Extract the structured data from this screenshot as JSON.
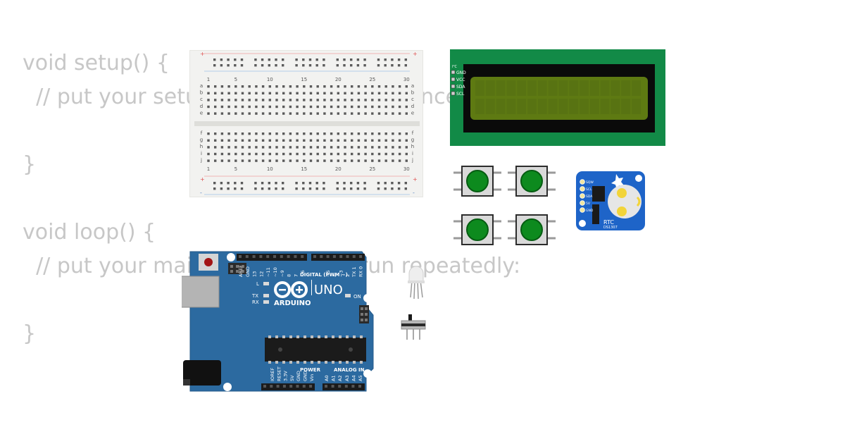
{
  "code": {
    "lines": [
      "void setup() {",
      "  // put your setup code here, to run once:",
      "",
      "}",
      "",
      "void loop() {",
      "  // put your main code here, to run repeatedly:",
      "",
      "}"
    ]
  },
  "breadboard": {
    "col_labels": [
      "1",
      "5",
      "10",
      "15",
      "20",
      "25",
      "30"
    ],
    "row_labels_top": [
      "a",
      "b",
      "c",
      "d",
      "e"
    ],
    "row_labels_bottom": [
      "f",
      "g",
      "h",
      "i",
      "j"
    ],
    "rail_plus": "+",
    "rail_minus": "-"
  },
  "lcd": {
    "pins": [
      "GND",
      "VCC",
      "SDA",
      "SCL"
    ],
    "pin_header": "I²C"
  },
  "rtc": {
    "label": "RTC",
    "model": "DS1307",
    "pins": [
      "SQW",
      "SCL",
      "SDA",
      "5V",
      "GND"
    ]
  },
  "arduino": {
    "brand": "ARDUINO",
    "model": "UNO",
    "digital_label": "DIGITAL (PWM ~)",
    "on_label": "ON",
    "l_label": "L",
    "tx_label": "TX",
    "rx_label": "RX",
    "power_label": "POWER",
    "analog_label": "ANALOG IN",
    "top_pins": [
      "AREF",
      "GND",
      "13",
      "12",
      "~11",
      "~10",
      "~9",
      "8",
      "7",
      "~6",
      "~5",
      "4",
      "~3",
      "2",
      "TX 1",
      "RX 0"
    ],
    "power_pins": [
      "IOREF",
      "RESET",
      "3.3V",
      "5V",
      "GND",
      "GND",
      "Vin"
    ],
    "analog_pins": [
      "A0",
      "A1",
      "A2",
      "A3",
      "A4",
      "A5"
    ]
  },
  "colors": {
    "code_text": "#c7c7c7",
    "arduino_blue": "#2c6aa0",
    "lcd_green": "#128a47",
    "lcd_screen": "#5e7a12",
    "button_green": "#0d8a1e",
    "rtc_blue": "#1e64c8"
  }
}
